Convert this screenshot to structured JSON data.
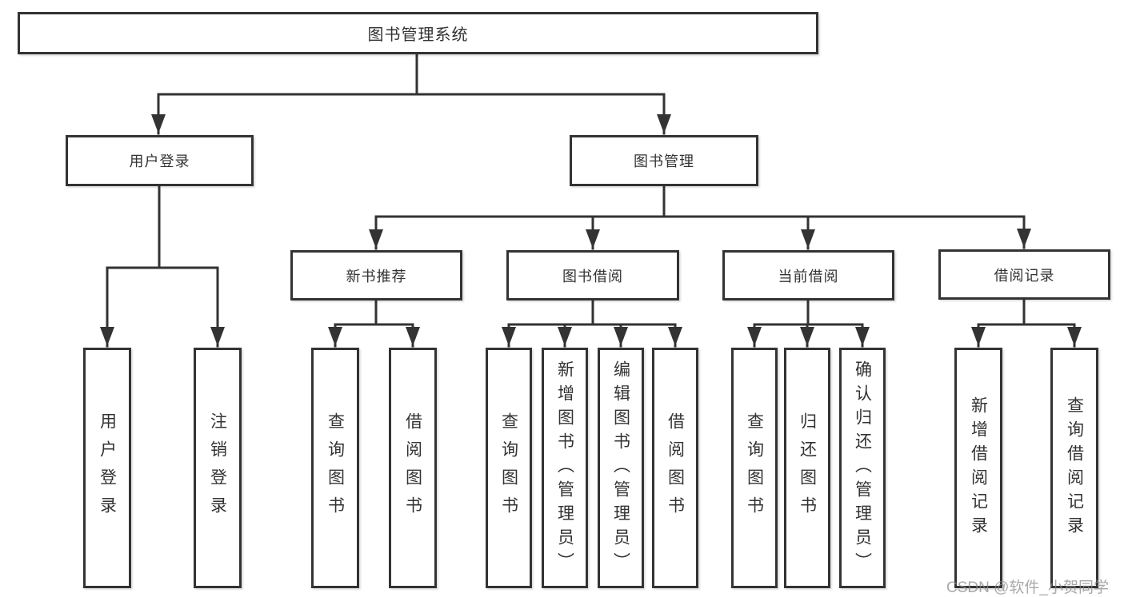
{
  "colors": {
    "line": "#333333",
    "text": "#333333",
    "background": "#ffffff",
    "watermark": "#8c8c8c"
  },
  "root": {
    "label": "图书管理系统"
  },
  "level2": {
    "user_login": {
      "label": "用户登录"
    },
    "book_mgmt": {
      "label": "图书管理"
    }
  },
  "level3": {
    "new_books": {
      "label": "新书推荐"
    },
    "book_borrow": {
      "label": "图书借阅"
    },
    "current_borrow": {
      "label": "当前借阅"
    },
    "borrow_records": {
      "label": "借阅记录"
    }
  },
  "level4": {
    "user_login": {
      "label": "用户登录"
    },
    "logout": {
      "label": "注销登录"
    },
    "nb_query": {
      "label": "查询图书"
    },
    "nb_borrow": {
      "label": "借阅图书"
    },
    "bb_query": {
      "label": "查询图书"
    },
    "bb_add": {
      "label": "新增图书（管理员）"
    },
    "bb_edit": {
      "label": "编辑图书（管理员）"
    },
    "bb_borrow": {
      "label": "借阅图书"
    },
    "cb_query": {
      "label": "查询图书"
    },
    "cb_return": {
      "label": "归还图书"
    },
    "cb_confirm": {
      "label": "确认归还（管理员）"
    },
    "br_add": {
      "label": "新增借阅记录"
    },
    "br_query": {
      "label": "查询借阅记录"
    }
  },
  "watermark": {
    "text": "CSDN @软件_小贺同学"
  }
}
